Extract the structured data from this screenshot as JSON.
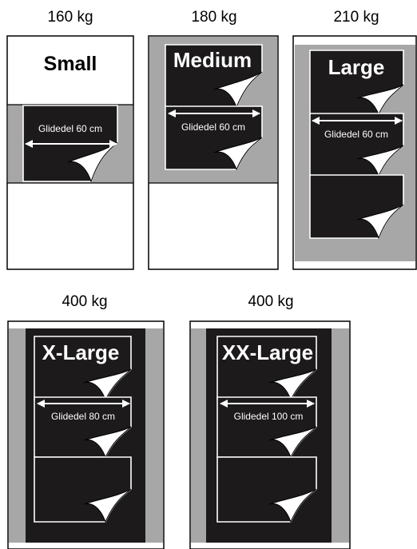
{
  "sheets": [
    {
      "weight": "160 kg",
      "name": "Small",
      "glide": "Glidedel 60 cm"
    },
    {
      "weight": "180 kg",
      "name": "Medium",
      "glide": "Glidedel 60 cm"
    },
    {
      "weight": "210 kg",
      "name": "Large",
      "glide": "Glidedel 60 cm"
    },
    {
      "weight": "400 kg",
      "name": "X-Large",
      "glide": "Glidedel 80 cm"
    },
    {
      "weight": "400 kg",
      "name": "XX-Large",
      "glide": "Glidedel 100 cm"
    }
  ],
  "colors": {
    "gray": "#a7a7a7",
    "panel": "#1c1a1a",
    "line": "#000000",
    "white": "#ffffff"
  }
}
